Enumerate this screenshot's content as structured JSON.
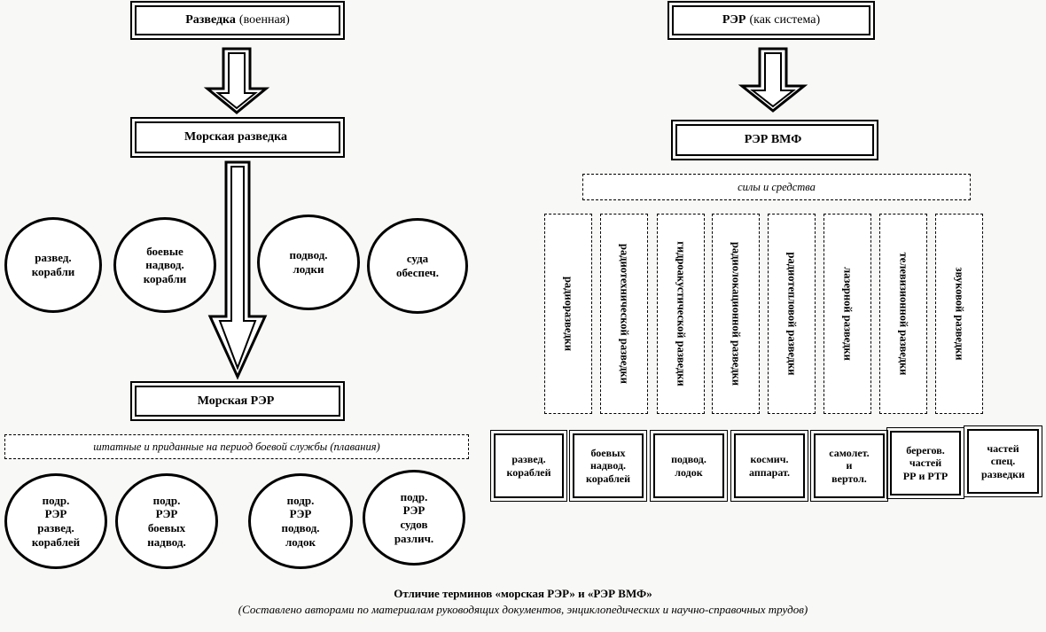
{
  "left": {
    "top_box": {
      "bold": "Разведка",
      "rest": "(военная)"
    },
    "mid_box": "Морская разведка",
    "ships": [
      "развед.\nкорабли",
      "боевые\nнадвод.\nкорабли",
      "подвод.\nлодки",
      "суда\nобеспеч."
    ],
    "rer_box": "Морская РЭР",
    "dashed_label": "штатные и приданные на период боевой службы (плавания)",
    "units": [
      "подр.\nРЭР\nразвед.\nкораблей",
      "подр.\nРЭР\nбоевых\nнадвод.",
      "подр.\nРЭР\nподвод.\nлодок",
      "подр.\nРЭР\nсудов\nразлич."
    ]
  },
  "right": {
    "top_box": {
      "bold": "РЭР",
      "rest": "(как система)"
    },
    "mid_box": "РЭР ВМФ",
    "dashed_label": "силы и средства",
    "columns": [
      "радиоразведки",
      "радиотехнической разведки",
      "гидроакустической разведки",
      "радиолокационной  разведки",
      "радиотепловой  разведки",
      "лазерной  разведки",
      "телевизионной разведки",
      "звуковой разведки"
    ],
    "carriers": [
      "развед.\nкораблей",
      "боевых\nнадвод.\nкораблей",
      "подвод.\nлодок",
      "космич.\nаппарат.",
      "самолет.\nи\nвертол.",
      "берегов.\nчастей\nРР и РТР",
      "частей\nспец.\nразведки"
    ]
  },
  "caption": {
    "title": "Отличие терминов «морская РЭР» и «РЭР ВМФ»",
    "subtitle": "(Составлено авторами по материалам руководящих документов, энциклопедических и научно-справочных трудов)"
  }
}
